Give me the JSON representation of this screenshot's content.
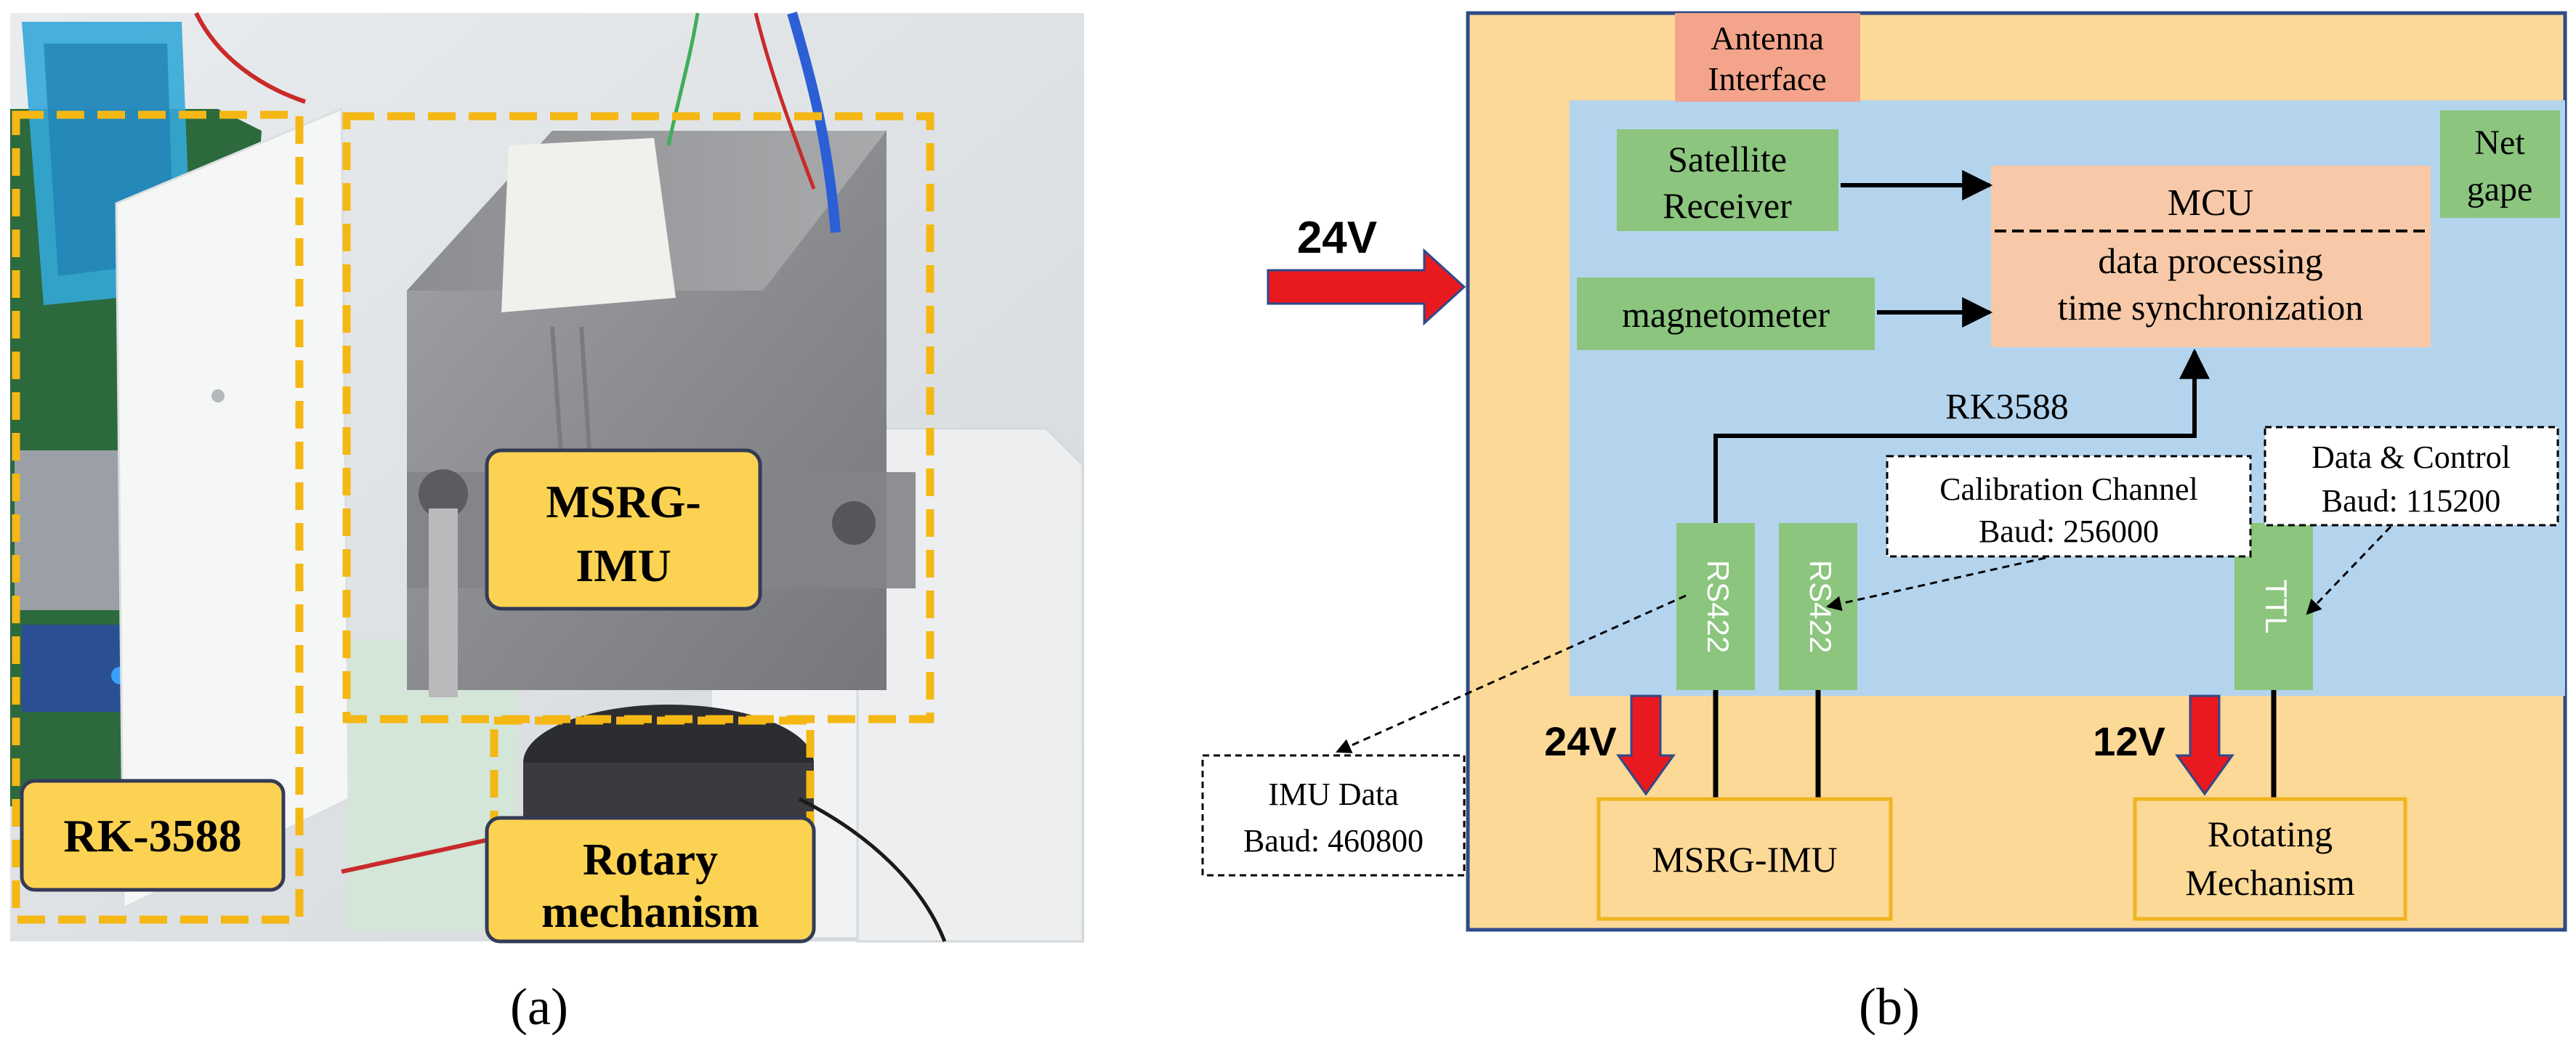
{
  "panel_a": {
    "labels": {
      "rk": "RK-3588",
      "imu_line1": "MSRG-",
      "imu_line2": "IMU",
      "rotary_line1": "Rotary",
      "rotary_line2": "mechanism"
    },
    "caption": "(a)"
  },
  "panel_b": {
    "caption": "(b)",
    "input_voltage": "24V",
    "antenna": {
      "line1": "Antenna",
      "line2": "Interface"
    },
    "netgape": {
      "line1": "Net",
      "line2": "gape"
    },
    "satellite": {
      "line1": "Satellite",
      "line2": "Receiver"
    },
    "magnetometer": "magnetometer",
    "mcu": {
      "title": "MCU",
      "line1": "data processing",
      "line2": "time synchronization"
    },
    "board_label": "RK3588",
    "ports": {
      "rs422_a": "RS422",
      "rs422_b": "RS422",
      "ttl": "TTL"
    },
    "callouts": {
      "calibration": {
        "line1": "Calibration Channel",
        "line2": "Baud: 256000"
      },
      "data_control": {
        "line1": "Data & Control",
        "line2": "Baud: 115200"
      },
      "imu_data": {
        "line1": "IMU Data",
        "line2": "Baud: 460800"
      }
    },
    "power": {
      "imu": "24V",
      "rotating": "12V"
    },
    "outputs": {
      "imu": "MSRG-IMU",
      "rotating": {
        "line1": "Rotating",
        "line2": "Mechanism"
      }
    },
    "colors": {
      "board": "#fdd998",
      "inner": "#b4d4ee",
      "module_green": "#8bc57e",
      "mcu": "#f8c9a8",
      "antenna": "#f3a48a",
      "arrow": "#e8191f",
      "output_border": "#f0b41e"
    }
  }
}
